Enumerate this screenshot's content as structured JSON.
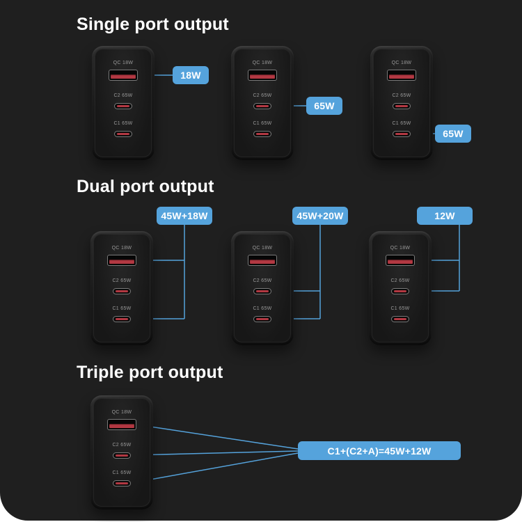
{
  "colors": {
    "accent": "#55a3dc",
    "panel": "#1f1f1f",
    "port-red": "#b23842",
    "label-gray": "#9a9a9a"
  },
  "sections": {
    "single": {
      "title": "Single port output"
    },
    "dual": {
      "title": "Dual port output"
    },
    "triple": {
      "title": "Triple port output"
    }
  },
  "charger": {
    "ports": [
      {
        "label": "QC 18W",
        "type": "usb-a"
      },
      {
        "label": "C2 65W",
        "type": "usb-c"
      },
      {
        "label": "C1 65W",
        "type": "usb-c"
      }
    ]
  },
  "callouts": {
    "single_a": "18W",
    "single_c2": "65W",
    "single_c1": "65W",
    "dual_1": "45W+18W",
    "dual_2": "45W+20W",
    "dual_3": "12W",
    "triple": "C1+(C2+A)=45W+12W"
  }
}
